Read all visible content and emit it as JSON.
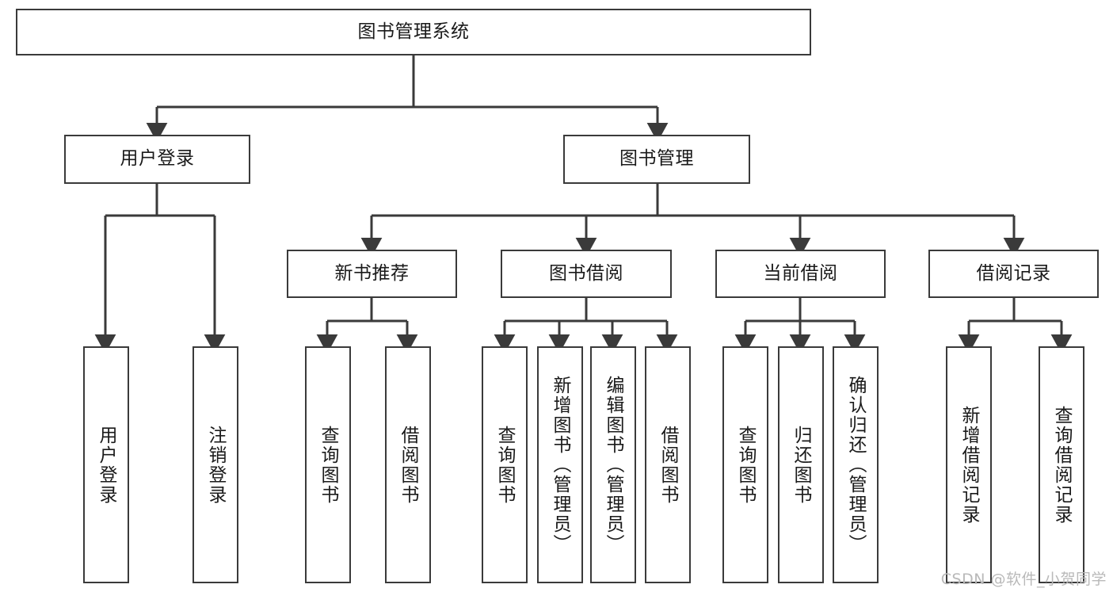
{
  "diagram": {
    "type": "tree",
    "title": "图书管理系统",
    "orientation": "top-down",
    "colors": {
      "box_border": "#3a3a3a",
      "box_fill": "#ffffff",
      "connector": "#3a3a3a",
      "text": "#1a1a1a",
      "watermark": "#b9b9b9",
      "background": "#ffffff"
    },
    "watermark": "CSDN @软件_小贺同学"
  },
  "nodes": {
    "root": {
      "label": "图书管理系统"
    },
    "level2": [
      {
        "id": "user-login",
        "label": "用户登录"
      },
      {
        "id": "book-manage",
        "label": "图书管理"
      }
    ],
    "level3": [
      {
        "id": "new-book-recommend",
        "label": "新书推荐"
      },
      {
        "id": "book-borrow",
        "label": "图书借阅"
      },
      {
        "id": "current-borrow",
        "label": "当前借阅"
      },
      {
        "id": "borrow-record",
        "label": "借阅记录"
      }
    ],
    "leaves": {
      "user_login": [
        {
          "id": "leaf-user-login",
          "label": "用户登录"
        },
        {
          "id": "leaf-logout-login",
          "label": "注销登录"
        }
      ],
      "new_book_recommend": [
        {
          "id": "leaf-query-book-1",
          "label": "查询图书"
        },
        {
          "id": "leaf-borrow-book-1",
          "label": "借阅图书"
        }
      ],
      "book_borrow": [
        {
          "id": "leaf-query-book-2",
          "label": "查询图书"
        },
        {
          "id": "leaf-add-book",
          "label": "新增图书（管理员）"
        },
        {
          "id": "leaf-edit-book",
          "label": "编辑图书（管理员）"
        },
        {
          "id": "leaf-borrow-book-2",
          "label": "借阅图书"
        }
      ],
      "current_borrow": [
        {
          "id": "leaf-query-book-3",
          "label": "查询图书"
        },
        {
          "id": "leaf-return-book",
          "label": "归还图书"
        },
        {
          "id": "leaf-confirm-return",
          "label": "确认归还（管理员）"
        }
      ],
      "borrow_record": [
        {
          "id": "leaf-add-record",
          "label": "新增借阅记录"
        },
        {
          "id": "leaf-query-record",
          "label": "查询借阅记录"
        }
      ]
    }
  }
}
